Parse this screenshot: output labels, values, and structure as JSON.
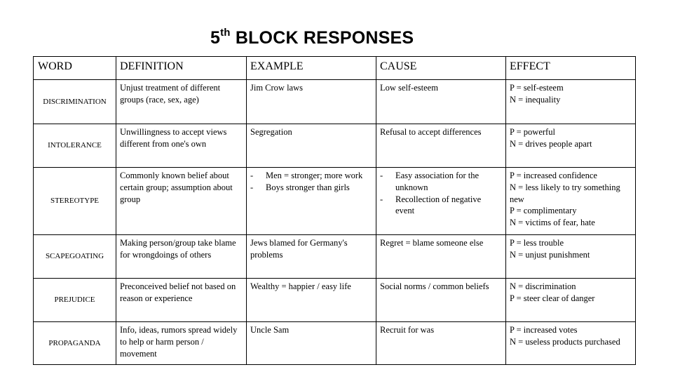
{
  "title_main": "5",
  "title_sup": "th",
  "title_rest": " BLOCK RESPONSES",
  "headers": [
    "WORD",
    "DEFINITION",
    "EXAMPLE",
    "CAUSE",
    "EFFECT"
  ],
  "rows": [
    {
      "word": "DISCRIMINATION",
      "definition": "Unjust treatment of different groups (race, sex, age)",
      "example": "Jim Crow laws",
      "cause": "Low self-esteem",
      "effect": [
        "P = self-esteem",
        "N = inequality"
      ]
    },
    {
      "word": "INTOLERANCE",
      "definition": "Unwillingness to accept views different from one's own",
      "example": "Segregation",
      "cause": "Refusal to accept differences",
      "effect": [
        "P = powerful",
        "N = drives people apart"
      ]
    },
    {
      "word": "STEREOTYPE",
      "definition": "Commonly known belief about certain group; assumption about group",
      "example_list": [
        "Men = stronger; more work",
        "Boys stronger than girls"
      ],
      "cause_list": [
        "Easy association for the unknown",
        "Recollection of negative event"
      ],
      "effect": [
        "P = increased confidence",
        "N = less likely to try something new",
        "P = complimentary",
        "N = victims of fear, hate"
      ]
    },
    {
      "word": "SCAPEGOATING",
      "definition": "Making person/group take blame for wrongdoings of others",
      "example": "Jews blamed for Germany's problems",
      "cause": "Regret = blame someone else",
      "effect": [
        "P = less trouble",
        "N = unjust punishment"
      ]
    },
    {
      "word": "PREJUDICE",
      "definition": "Preconceived belief not based on reason or experience",
      "example": "Wealthy = happier / easy life",
      "cause": "Social norms / common beliefs",
      "effect": [
        "N = discrimination",
        "P = steer clear of danger"
      ]
    },
    {
      "word": "PROPAGANDA",
      "definition": "Info, ideas, rumors spread widely to help or harm person / movement",
      "example": "Uncle Sam",
      "cause": "Recruit for was",
      "effect": [
        "P = increased votes",
        "N = useless products purchased"
      ]
    }
  ]
}
